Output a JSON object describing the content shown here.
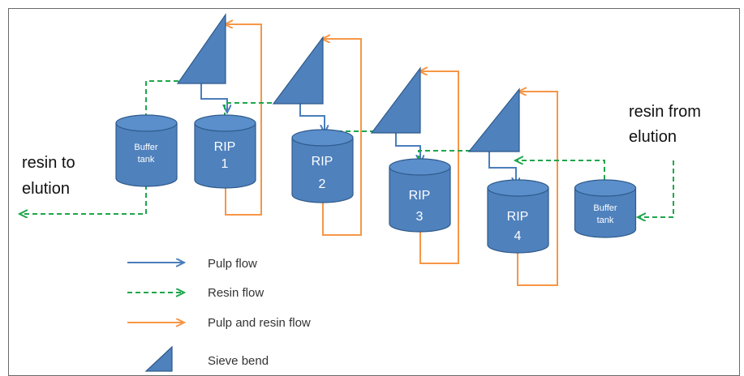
{
  "labels": {
    "resin_to_elution": [
      "resin to",
      "elution"
    ],
    "resin_from_elution": [
      "resin from",
      "elution"
    ]
  },
  "tanks": {
    "buffer_left": [
      "Buffer",
      "tank"
    ],
    "rip1": [
      "RIP",
      "1"
    ],
    "rip2": [
      "RIP",
      "2"
    ],
    "rip3": [
      "RIP",
      "3"
    ],
    "rip4": [
      "RIP",
      "4"
    ],
    "buffer_right": [
      "Buffer",
      "tank"
    ]
  },
  "legend": {
    "pulp_flow": "Pulp flow",
    "resin_flow": "Resin flow",
    "pulp_resin_flow": "Pulp and resin flow",
    "sieve_bend": "Sieve bend"
  },
  "colors": {
    "pulp": "#4a7ebb",
    "resin": "#1ea64b",
    "pulp_and_resin": "#f79646",
    "equipment": "#4f81bd"
  }
}
